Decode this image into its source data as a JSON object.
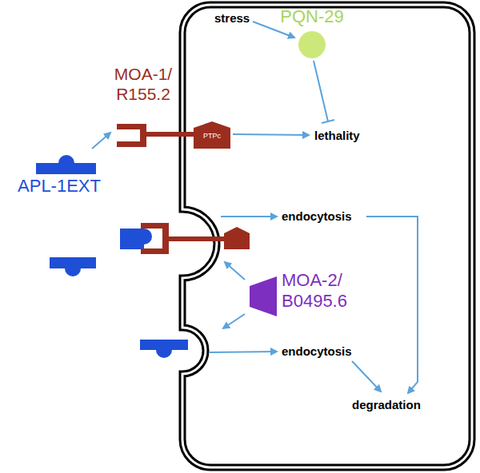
{
  "diagram": {
    "nodes": [
      {
        "text": [
          "APL-1EXT"
        ]
      },
      {
        "text": [
          "MOA-1/ R155.2"
        ]
      },
      {
        "text": [
          "PTPc"
        ]
      },
      {
        "text": [
          "PQN-29"
        ]
      },
      {
        "text": [
          "MOA-2/ B0495.6"
        ]
      }
    ],
    "edges": [
      {
        "from": 0,
        "to": 1,
        "arrow": "to"
      }
    ],
    "labels": [
      "stress",
      "lethality",
      "endocytosis",
      "endocytosis",
      "degradation"
    ]
  }
}
